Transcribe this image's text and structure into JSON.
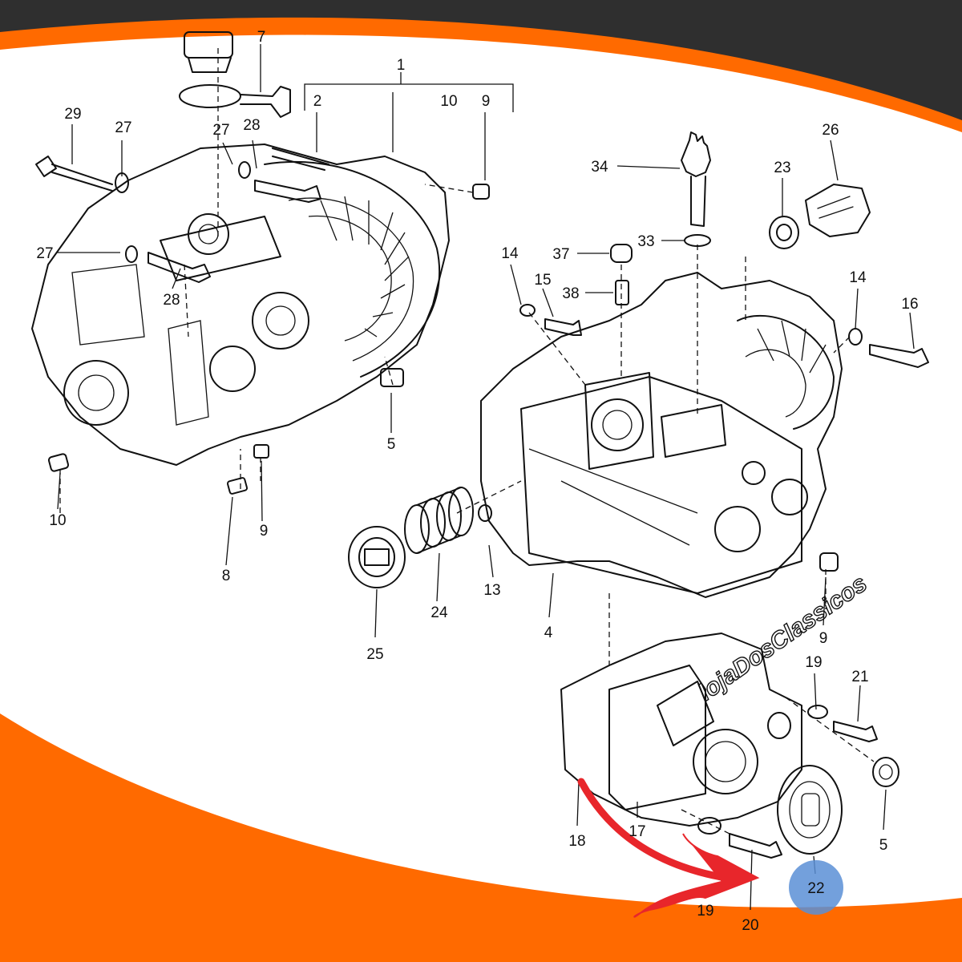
{
  "colors": {
    "frame_dark": "#2e2e2e",
    "frame_accent": "#ff6a00",
    "arrow": "#e8262b",
    "highlight": "#5b8fd6",
    "paper": "#ffffff"
  },
  "watermark": "lojaDosClassicos",
  "highlighted_part": "22",
  "labels": {
    "l1": "1",
    "l2": "2",
    "l10a": "10",
    "l9a": "9",
    "l7": "7",
    "l29": "29",
    "l27a": "27",
    "l27b": "27",
    "l28a": "28",
    "l27c": "27",
    "l28b": "28",
    "l10b": "10",
    "l8": "8",
    "l9b": "9",
    "l5a": "5",
    "l34": "34",
    "l23": "23",
    "l26": "26",
    "l33": "33",
    "l37": "37",
    "l38": "38",
    "l14a": "14",
    "l15": "15",
    "l14b": "14",
    "l16": "16",
    "l24": "24",
    "l25": "25",
    "l13": "13",
    "l4": "4",
    "l9c": "9",
    "l19a": "19",
    "l21": "21",
    "l5b": "5",
    "l18": "18",
    "l17": "17",
    "l19b": "19",
    "l20": "20",
    "l22": "22"
  }
}
